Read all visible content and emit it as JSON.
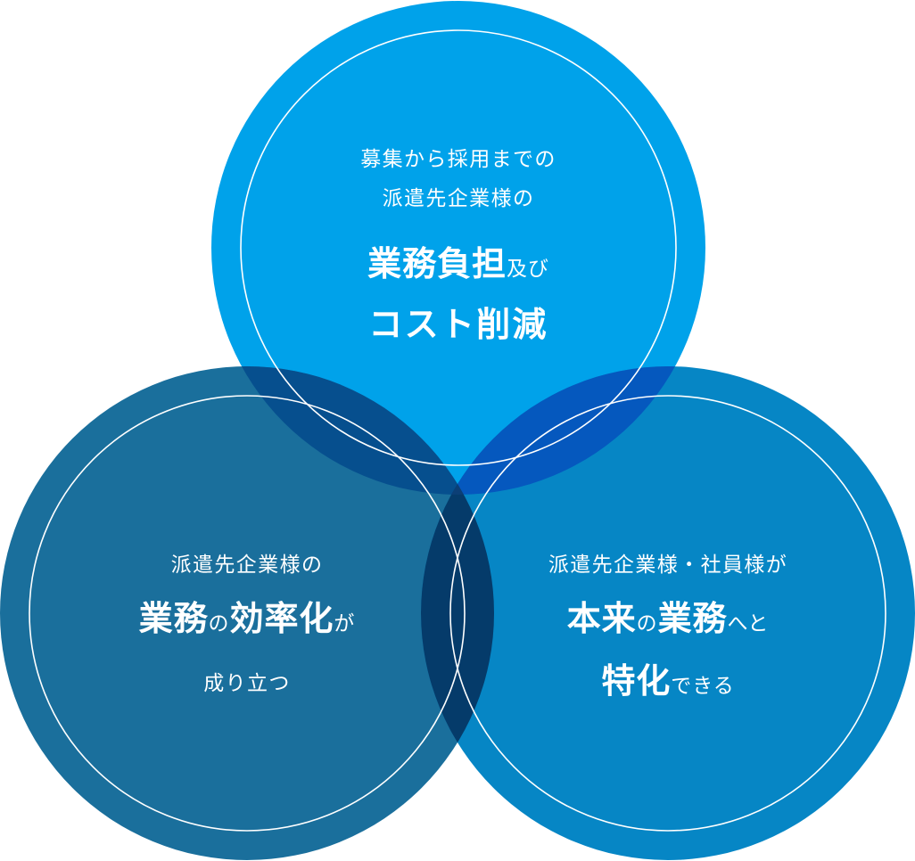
{
  "colors": {
    "background": "#ffffff",
    "top_circle": "#00a2ea",
    "left_circle": "#1a6f9c",
    "right_circle": "#0686c5",
    "top_left_overlap": "#064f8e",
    "top_right_overlap": "#0558be",
    "left_right_overlap": "#053b6a",
    "center_overlap": "#0c3f76",
    "ring": "#ffffff",
    "text": "#ffffff"
  },
  "top_circle": {
    "line1": "募集から採用までの",
    "line2": "派遣先企業様の",
    "line3_main": "業務負担",
    "line3_sub": "及び",
    "line4": "コスト削減"
  },
  "left_circle": {
    "line1": "派遣先企業様の",
    "line2_a": "業務",
    "line2_b": "の",
    "line2_c": "効率化",
    "line2_d": "が",
    "line3": "成り立つ"
  },
  "right_circle": {
    "line1": "派遣先企業様・社員様が",
    "line2_a": "本来",
    "line2_b": "の",
    "line2_c": "業務",
    "line2_d": "へと",
    "line3_a": "特化",
    "line3_b": "できる"
  }
}
